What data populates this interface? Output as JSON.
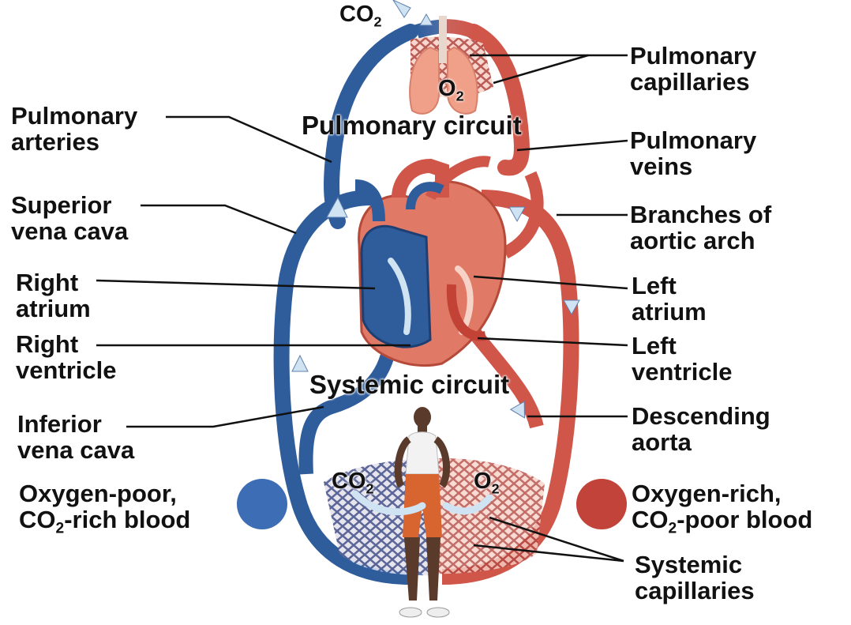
{
  "labels": {
    "pulmonary_capillaries": [
      "Pulmonary",
      "capillaries"
    ],
    "pulmonary_arteries": [
      "Pulmonary",
      "arteries"
    ],
    "pulmonary_veins": [
      "Pulmonary",
      "veins"
    ],
    "superior_vena_cava": [
      "Superior",
      "vena cava"
    ],
    "branches_of_aortic_arch": [
      "Branches of",
      "aortic arch"
    ],
    "right_atrium": [
      "Right",
      "atrium"
    ],
    "left_atrium": [
      "Left",
      "atrium"
    ],
    "right_ventricle": [
      "Right",
      "ventricle"
    ],
    "left_ventricle": [
      "Left",
      "ventricle"
    ],
    "inferior_vena_cava": [
      "Inferior",
      "vena cava"
    ],
    "descending_aorta": [
      "Descending",
      "aorta"
    ],
    "systemic_capillaries": [
      "Systemic",
      "capillaries"
    ]
  },
  "circuits": {
    "pulmonary": "Pulmonary circuit",
    "systemic": "Systemic circuit"
  },
  "gases": {
    "co2_prefix": "CO",
    "o2_prefix": "O",
    "subscript": "2"
  },
  "legend": {
    "oxygen_poor": {
      "line1": "Oxygen-poor,",
      "line2_prefix": "CO",
      "line2_sub": "2",
      "line2_suffix": "-rich blood",
      "color": "#3d6db5"
    },
    "oxygen_rich": {
      "line1": "Oxygen-rich,",
      "line2_prefix": "CO",
      "line2_sub": "2",
      "line2_suffix": "-poor blood",
      "color": "#c2433a"
    }
  },
  "colors": {
    "vein_blue": "#2f5d9c",
    "artery_red": "#cf4d40",
    "lung_pink": "#f0a089",
    "arrow_light": "#cfe3f2"
  }
}
